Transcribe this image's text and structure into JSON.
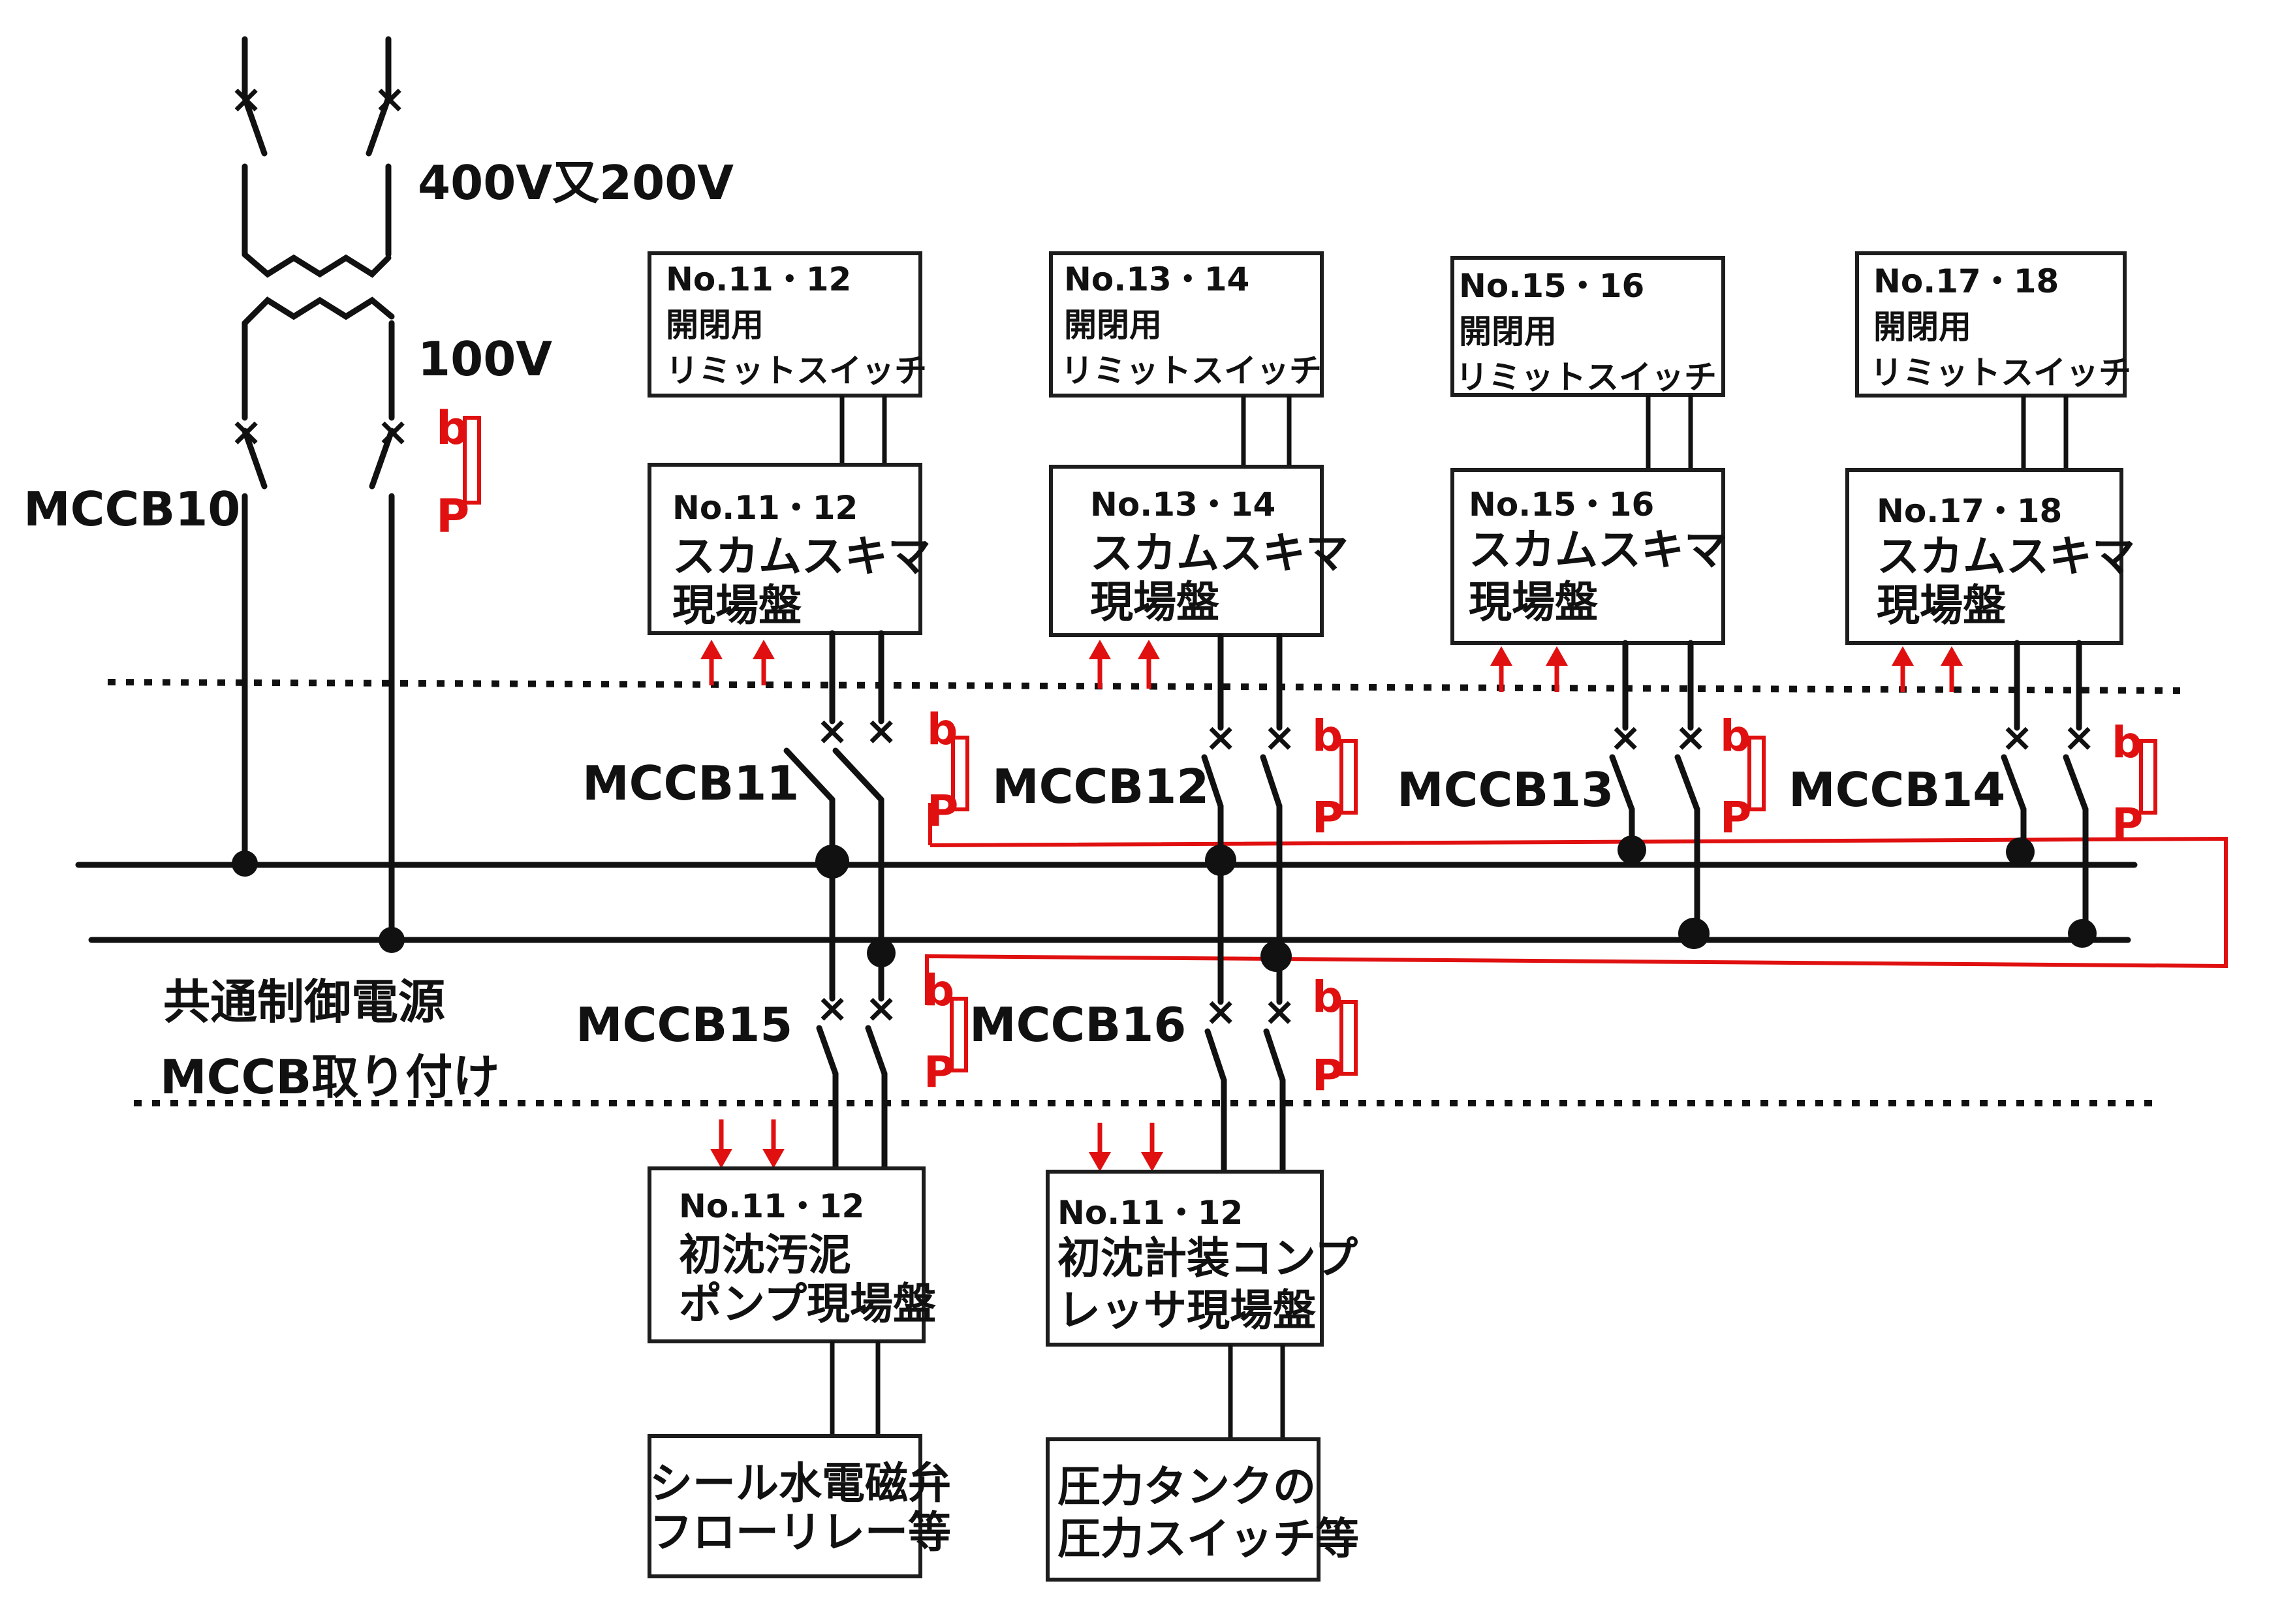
{
  "source_voltage": "400V又200V",
  "secondary_voltage": "100V",
  "main_breaker": "MCCB10",
  "caption": {
    "line1": "共通制御電源",
    "line2": "MCCB取り付け"
  },
  "breakers": [
    "MCCB11",
    "MCCB12",
    "MCCB13",
    "MCCB14",
    "MCCB15",
    "MCCB16"
  ],
  "limit_switch_boxes": [
    {
      "no": "No.11・12",
      "line1": "開閉用",
      "line2": "リミットスイッチ"
    },
    {
      "no": "No.13・14",
      "line1": "開閉用",
      "line2": "リミットスイッチ"
    },
    {
      "no": "No.15・16",
      "line1": "開閉用",
      "line2": "リミットスイッチ"
    },
    {
      "no": "No.17・18",
      "line1": "開閉用",
      "line2": "リミットスイッチ"
    }
  ],
  "panel_boxes": [
    {
      "no": "No.11・12",
      "line1": "スカムスキマ",
      "line2": "現場盤"
    },
    {
      "no": "No.13・14",
      "line1": "スカムスキマ",
      "line2": "現場盤"
    },
    {
      "no": "No.15・16",
      "line1": "スカムスキマ",
      "line2": "現場盤"
    },
    {
      "no": "No.17・18",
      "line1": "スカムスキマ",
      "line2": "現場盤"
    }
  ],
  "lower_panels": [
    {
      "no": "No.11・12",
      "line1": "初沈汚泥",
      "line2": "ポンプ現場盤"
    },
    {
      "no": "No.11・12",
      "line1": "初沈計装コンプ",
      "line2": "レッサ現場盤"
    }
  ],
  "end_devices": [
    {
      "line1": "シール水電磁弁",
      "line2": "フローリレー等"
    },
    {
      "line1": "圧力タンクの",
      "line2": "圧力スイッチ等"
    }
  ],
  "colors": {
    "annotation": "#e01010",
    "wire": "#111111"
  }
}
